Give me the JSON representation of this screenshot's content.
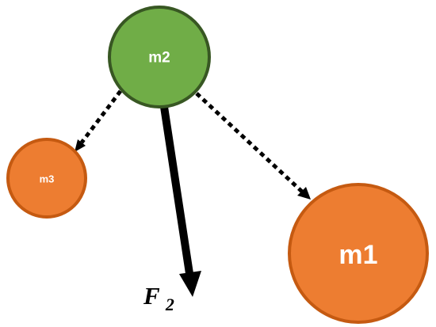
{
  "masses": {
    "m1": {
      "label": "m1"
    },
    "m2": {
      "label": "m2"
    },
    "m3": {
      "label": "m3"
    }
  },
  "force": {
    "symbol": "F",
    "subscript": "2"
  },
  "colors": {
    "m1_fill": "#ED7D31",
    "m1_stroke": "#C55A11",
    "m2_fill": "#70AD47",
    "m2_stroke": "#385723",
    "m3_fill": "#ED7D31",
    "m3_stroke": "#C55A11",
    "arrow": "#000000"
  }
}
